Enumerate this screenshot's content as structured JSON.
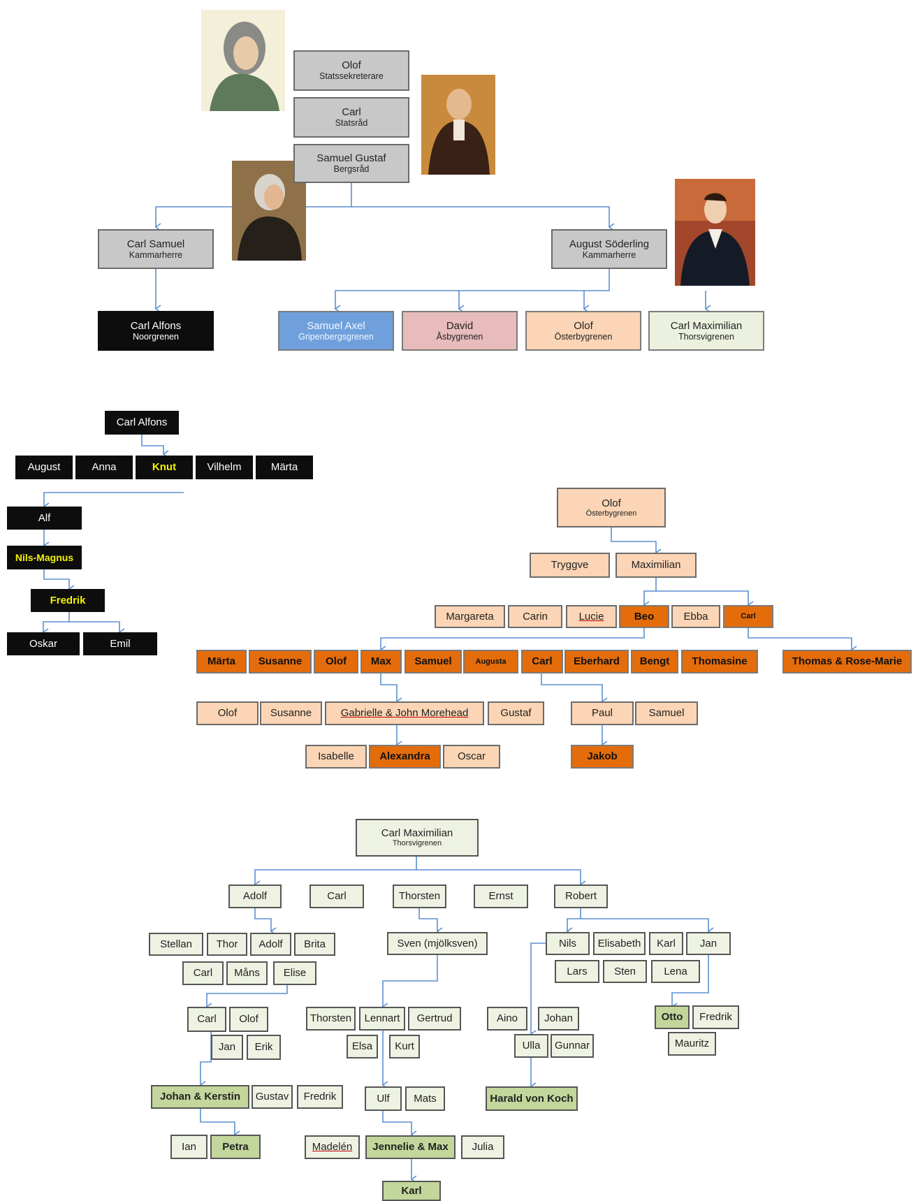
{
  "founders": {
    "olof": {
      "name": "Olof",
      "title": "Statssekreterare"
    },
    "carl": {
      "name": "Carl",
      "title": "Statsråd"
    },
    "samuel_gustaf": {
      "name": "Samuel Gustaf",
      "title": "Bergsråd"
    },
    "carl_samuel": {
      "name": "Carl Samuel",
      "title": "Kammarherre"
    },
    "august_soderling": {
      "name": "August Söderling",
      "title": "Kammarherre"
    }
  },
  "branches": [
    {
      "name": "Carl Alfons",
      "branch": "Noorgrenen"
    },
    {
      "name": "Samuel Axel",
      "branch": "Gripenbergsgrenen"
    },
    {
      "name": "David",
      "branch": "Åsbygrenen"
    },
    {
      "name": "Olof",
      "branch": "Österbygrenen"
    },
    {
      "name": "Carl Maximilian",
      "branch": "Thorsvigrenen"
    }
  ],
  "noor": {
    "root": "Carl Alfons",
    "children": [
      "August",
      "Anna",
      "Knut",
      "Vilhelm",
      "Märta"
    ],
    "alf": "Alf",
    "nils_magnus": "Nils-Magnus",
    "fredrik": "Fredrik",
    "grandchildren": [
      "Oskar",
      "Emil"
    ]
  },
  "oster": {
    "root_name": "Olof",
    "root_branch": "Österbygrenen",
    "gen1": [
      "Tryggve",
      "Maximilian"
    ],
    "gen2": [
      "Margareta",
      "Carin",
      "Lucie",
      "Beo",
      "Ebba",
      "Carl"
    ],
    "gen3": [
      "Märta",
      "Susanne",
      "Olof",
      "Max",
      "Samuel",
      "Augusta",
      "Carl",
      "Eberhard",
      "Bengt",
      "Thomasine"
    ],
    "thomas_rose": "Thomas & Rose-Marie",
    "gen4a": [
      "Olof",
      "Susanne",
      "Gabrielle & John Morehead",
      "Gustaf"
    ],
    "gen4b": [
      "Paul",
      "Samuel"
    ],
    "gen5a": [
      "Isabelle",
      "Alexandra",
      "Oscar"
    ],
    "gen5b": [
      "Jakob"
    ]
  },
  "thorsvi": {
    "root_name": "Carl Maximilian",
    "root_branch": "Thorsvigrenen",
    "gen1": [
      "Adolf",
      "Carl",
      "Thorsten",
      "Ernst",
      "Robert"
    ],
    "adolf_children_row1": [
      "Stellan",
      "Thor",
      "Adolf",
      "Brita"
    ],
    "adolf_children_row2": [
      "Carl",
      "Måns",
      "Elise"
    ],
    "sven": "Sven (mjölksven)",
    "robert_children_row1": [
      "Nils",
      "Elisabeth",
      "Karl",
      "Jan"
    ],
    "robert_children_row2": [
      "Lars",
      "Sten",
      "Lena"
    ],
    "adolf2_children_row1": [
      "Carl",
      "Olof"
    ],
    "adolf2_children_row2": [
      "Jan",
      "Erik"
    ],
    "sven_children_row1": [
      "Thorsten",
      "Lennart",
      "Gertrud"
    ],
    "sven_children_row2": [
      "Elsa",
      "Kurt"
    ],
    "nils_children_row1": [
      "Aino",
      "Johan"
    ],
    "nils_children_row2": [
      "Ulla",
      "Gunnar"
    ],
    "jan_children_row1": [
      "Otto",
      "Fredrik"
    ],
    "jan_children_row2": [
      "Mauritz"
    ],
    "carl_children": [
      "Johan & Kerstin",
      "Gustav",
      "Fredrik"
    ],
    "lennart_children": [
      "Ulf",
      "Mats"
    ],
    "harald": "Harald von Koch",
    "johan_children": [
      "Ian",
      "Petra"
    ],
    "ulf_children": [
      "Madelén",
      "Jennelie & Max",
      "Julia"
    ],
    "karl": "Karl"
  },
  "colors": {
    "connector": "#5b8fd0",
    "grey_box": "#c8c8c8",
    "black_box": "#0d0d0d",
    "highlight_text": "#f2f200",
    "blue_box": "#6fa0dc",
    "pink_box": "#e8bcbc",
    "peach_box": "#fbd5b5",
    "orange_box": "#e46c0a",
    "light_green_box": "#ebf1de",
    "green_box": "#c3d69b"
  }
}
